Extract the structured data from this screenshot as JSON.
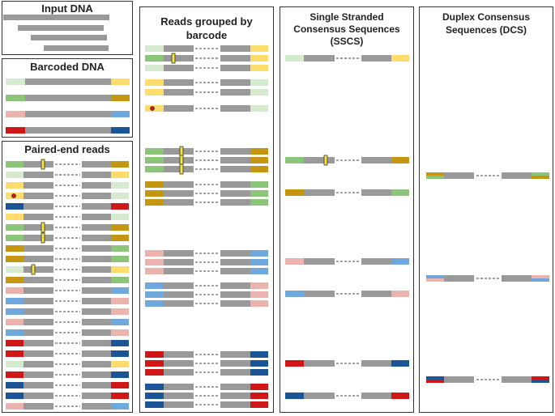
{
  "titles": {
    "input": "Input DNA",
    "barcoded": "Barcoded DNA",
    "paired": "Paired-end reads",
    "grouped_l1": "Reads grouped by",
    "grouped_l2": "barcode",
    "sscs_l1": "Single Stranded",
    "sscs_l2": "Consensus Sequences",
    "sscs_l3": "(SSCS)",
    "dcs_l1": "Duplex Consensus",
    "dcs_l2": "Sequences (DCS)"
  },
  "colors": {
    "strand": "#999999",
    "light_green": "#d6ead0",
    "green": "#8cc47a",
    "yellow": "#fddc6c",
    "dark_yellow": "#c59612",
    "pink": "#eab3ae",
    "red": "#cf1717",
    "light_blue": "#6fa8dc",
    "dark_blue": "#1b5596",
    "error_mark": "#f5e33d",
    "error_dot": "#cf1717",
    "outline": "#333333"
  }
}
